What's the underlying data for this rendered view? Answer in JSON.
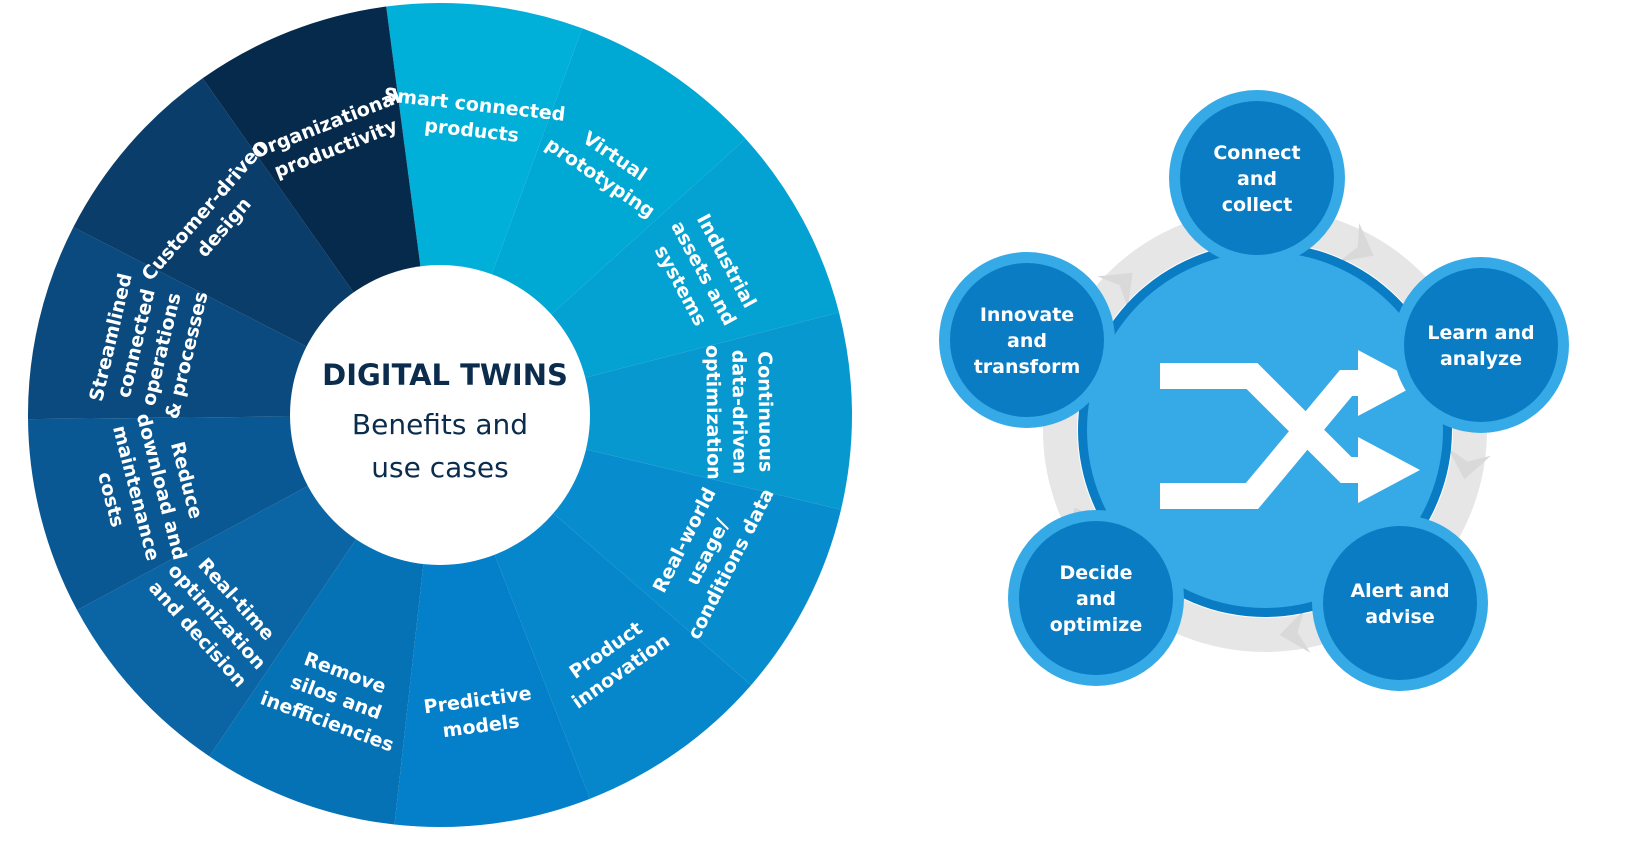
{
  "wheel": {
    "title": "DIGITAL TWINS",
    "subtitle_lines": [
      "Benefits and",
      "use cases"
    ],
    "segments": [
      {
        "lines": [
          "Smart connected",
          "products"
        ],
        "color": "#00b0d8"
      },
      {
        "lines": [
          "Virtual",
          "prototyping"
        ],
        "color": "#00a8d4"
      },
      {
        "lines": [
          "Industrial",
          "assets and",
          "systems"
        ],
        "color": "#03a2d2"
      },
      {
        "lines": [
          "Continuous",
          "data-driven",
          "optimization"
        ],
        "color": "#0798d0"
      },
      {
        "lines": [
          "Real-world",
          "usage/",
          "conditions data"
        ],
        "color": "#078dcd"
      },
      {
        "lines": [
          "Product",
          "innovation"
        ],
        "color": "#0686cb"
      },
      {
        "lines": [
          "Predictive",
          "models"
        ],
        "color": "#047fc9"
      },
      {
        "lines": [
          "Remove",
          "silos and",
          "inefficiencies"
        ],
        "color": "#0672b6"
      },
      {
        "lines": [
          "Real-time",
          "optimization",
          "and decision"
        ],
        "color": "#0b64a4"
      },
      {
        "lines": [
          "Reduce",
          "download and",
          "maintenance",
          "costs"
        ],
        "color": "#0a5893"
      },
      {
        "lines": [
          "Streamlined",
          "connected",
          "operations",
          "& processes"
        ],
        "color": "#0a4a7e"
      },
      {
        "lines": [
          "Customer-driven",
          "design"
        ],
        "color": "#0a3d6a"
      },
      {
        "lines": [
          "Organizational",
          "productivity"
        ],
        "color": "#062a4c"
      }
    ]
  },
  "cycle": {
    "hub_color": "#36aae6",
    "node_color": "#0a7cc4",
    "ring_color": "#36aae6",
    "nodes": [
      {
        "lines": [
          "Connect",
          "and",
          "collect"
        ]
      },
      {
        "lines": [
          "Learn and",
          "analyze"
        ]
      },
      {
        "lines": [
          "Alert and",
          "advise"
        ]
      },
      {
        "lines": [
          "Decide",
          "and",
          "optimize"
        ]
      },
      {
        "lines": [
          "Innovate",
          "and",
          "transform"
        ]
      }
    ]
  }
}
